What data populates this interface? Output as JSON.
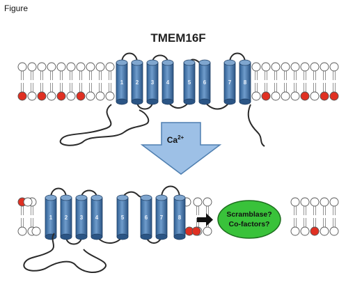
{
  "figure_label": "Figure",
  "title": "TMEM16F",
  "stimulus": {
    "label_base": "Ca",
    "label_sup": "2+"
  },
  "helix_labels": [
    "1",
    "2",
    "3",
    "4",
    "5",
    "6",
    "7",
    "8"
  ],
  "complex_label": {
    "line1": "Scramblase?",
    "line2": "Co-factors?"
  },
  "colors": {
    "helix": "#3f73a8",
    "helix_light": "#7fa6cf",
    "lipid_neutral": "#ffffff",
    "lipid_charged": "#e03022",
    "arrow_fill": "#9dc0e6",
    "complex_fill": "#39c23a",
    "line": "#333333"
  }
}
